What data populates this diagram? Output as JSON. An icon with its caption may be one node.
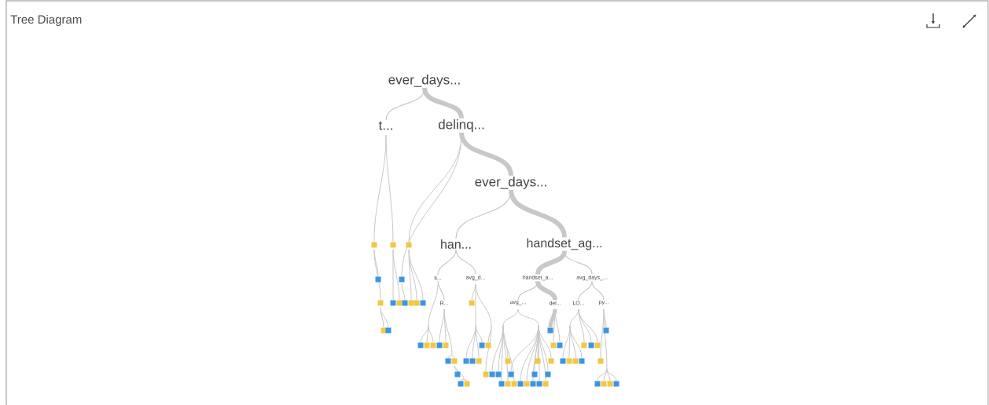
{
  "diagram": {
    "title": "Tree Diagram",
    "nodes": [
      {
        "text": [
          "ever_days..."
        ]
      },
      {
        "text": [
          "t..."
        ]
      },
      {
        "text": [
          "delinq..."
        ]
      },
      {
        "text": [
          "ever_days..."
        ]
      },
      {
        "text": [
          "han..."
        ]
      },
      {
        "text": [
          "handset_ag..."
        ]
      },
      {
        "text": [
          "ti..."
        ]
      },
      {
        "text": [
          "avg_d..."
        ]
      },
      {
        "text": [
          "handset_a..."
        ]
      },
      {
        "text": [
          "avg_days_..."
        ]
      },
      {
        "text": [
          "R..."
        ]
      },
      {
        "text": [
          "avg_..."
        ]
      },
      {
        "text": [
          "del..."
        ]
      },
      {
        "text": [
          "LO..."
        ]
      },
      {
        "text": [
          "py..."
        ]
      }
    ],
    "edges": [
      {
        "from": 0,
        "to": 1,
        "arrow": "none"
      },
      {
        "from": 0,
        "to": 2,
        "arrow": "none",
        "style": "thick"
      },
      {
        "from": 2,
        "to": 3,
        "arrow": "none",
        "style": "thick"
      },
      {
        "from": 3,
        "to": 4,
        "arrow": "none"
      },
      {
        "from": 3,
        "to": 5,
        "arrow": "none",
        "style": "thick"
      },
      {
        "from": 4,
        "to": 6,
        "arrow": "none"
      },
      {
        "from": 4,
        "to": 7,
        "arrow": "none"
      },
      {
        "from": 5,
        "to": 8,
        "arrow": "none",
        "style": "thick"
      },
      {
        "from": 5,
        "to": 9,
        "arrow": "none"
      },
      {
        "from": 6,
        "to": 10,
        "arrow": "none"
      },
      {
        "from": 8,
        "to": 11,
        "arrow": "none"
      },
      {
        "from": 8,
        "to": 12,
        "arrow": "none",
        "style": "thick"
      },
      {
        "from": 9,
        "to": 13,
        "arrow": "none"
      },
      {
        "from": 9,
        "to": 14,
        "arrow": "none"
      }
    ]
  }
}
